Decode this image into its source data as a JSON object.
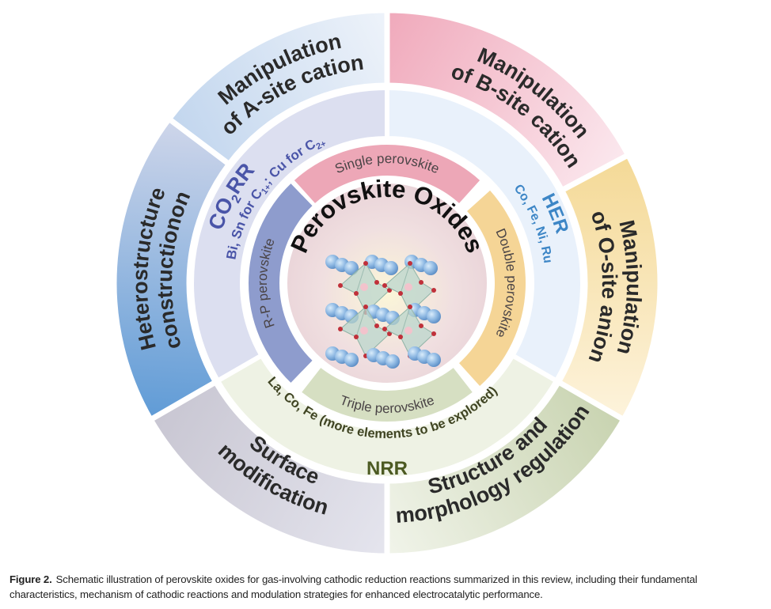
{
  "figure": {
    "center_title": "Perovskite Oxides",
    "center_icon": "perovskite-crystal-structure",
    "perovskite_types": [
      {
        "label": "Single perovskite",
        "color": "#eda7b7"
      },
      {
        "label": "Double perovskite",
        "color": "#f5d596"
      },
      {
        "label": "Triple perovskite",
        "color": "#d6dfc2"
      },
      {
        "label": "R-P perovskite",
        "color": "#8e9ccd"
      }
    ],
    "reactions": [
      {
        "title": "CO",
        "title_sub": "2",
        "title_tail": "RR",
        "detail": "Bi, Sn for C",
        "detail_sub1": "1+",
        "detail_mid": "; Cu for C",
        "detail_sub2": "2+",
        "color": "#dcdff0",
        "text_color": "#4a55a8"
      },
      {
        "title": "HER",
        "detail": "Co, Fe, Ni, Ru",
        "color": "#e9f1fb",
        "text_color": "#3d86c6"
      },
      {
        "title": "NRR",
        "detail": "La, Co, Fe (more elements to be explored)",
        "color": "#eef2e4",
        "text_color": "#4c5a22"
      }
    ],
    "strategies": [
      {
        "line1": "Manipulation",
        "line2": "of A-site cation",
        "color_a": "#c2d6ee",
        "color_b": "#eef3fa"
      },
      {
        "line1": "Manipulation",
        "line2": "of B-site cation",
        "color_a": "#f0a9bb",
        "color_b": "#fbe8ee"
      },
      {
        "line1": "Manipulation",
        "line2": "of O-site anion",
        "color_a": "#f4d996",
        "color_b": "#fdf3dc"
      },
      {
        "line1": "Structure and",
        "line2": "morphology regulation",
        "color_a": "#c8d3b0",
        "color_b": "#f1f4ea"
      },
      {
        "line1": "Surface",
        "line2": "modification",
        "color_a": "#e5e5ee",
        "color_b": "#c8c6d2"
      },
      {
        "line1": "Heterostructure",
        "line2": "constructionon",
        "color_a": "#5f9bd6",
        "color_b": "#cfd6ea"
      }
    ]
  },
  "caption": {
    "label": "Figure 2.",
    "text": "Schematic illustration of perovskite oxides for gas-involving cathodic reduction reactions summarized in this review, including their fundamental characteristics, mechanism of cathodic reactions and modulation strategies for enhanced electrocatalytic performance."
  }
}
